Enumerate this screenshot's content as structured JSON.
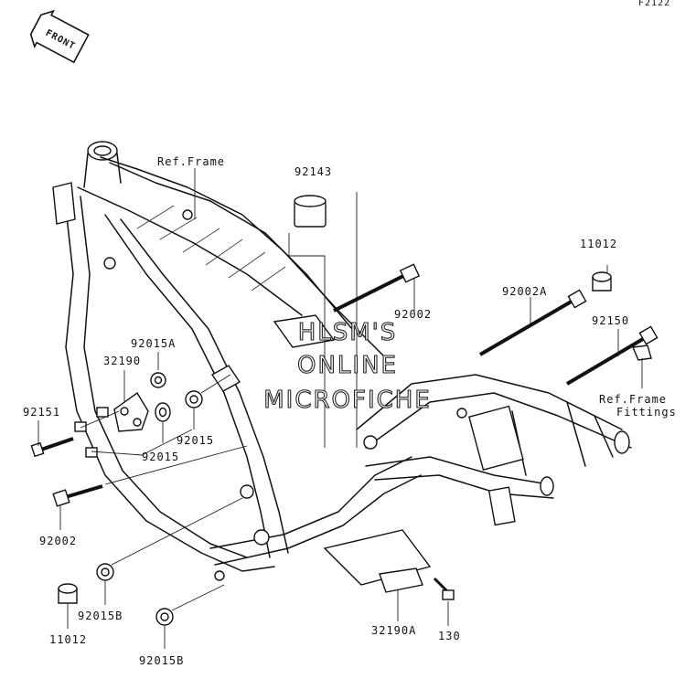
{
  "figure_code": "F2122",
  "front_arrow_label": "FRONT",
  "watermark": [
    "HLSM'S",
    "ONLINE",
    "MICROFICHE"
  ],
  "callouts": {
    "ref_frame": "Ref.Frame",
    "p92143": "92143",
    "p11012_top": "11012",
    "p92002_top": "92002",
    "p92002A": "92002A",
    "p92150": "92150",
    "ref_frame_fittings_1": "Ref.Frame",
    "ref_frame_fittings_2": "Fittings",
    "p92015A": "92015A",
    "p32190": "32190",
    "p92151": "92151",
    "p92015_mid": "92015",
    "p92015_left": "92015",
    "p92002_left": "92002",
    "p92015B_a": "92015B",
    "p11012_bottom": "11012",
    "p92015B_b": "92015B",
    "p32190A": "32190A",
    "p130": "130"
  }
}
